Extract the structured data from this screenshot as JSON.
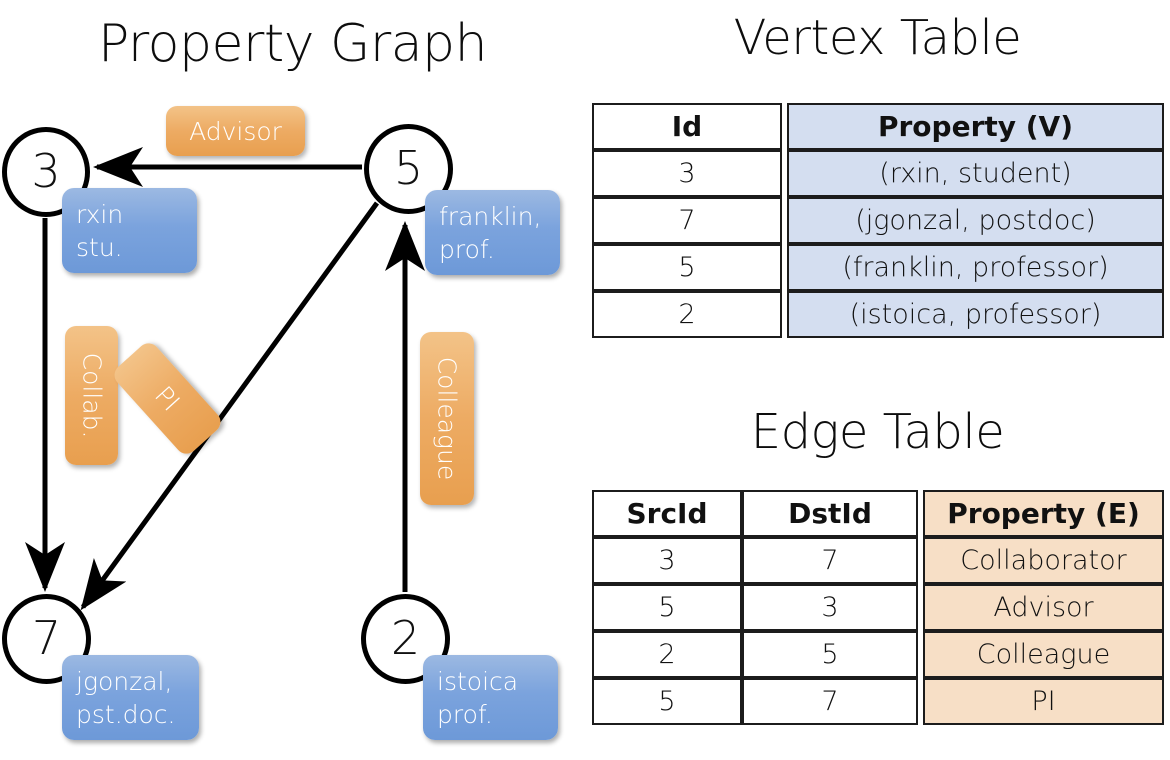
{
  "titles": {
    "property_graph": "Property Graph",
    "vertex_table": "Vertex Table",
    "edge_table": "Edge Table"
  },
  "graph": {
    "nodes": [
      {
        "id": "3",
        "label": "3",
        "property": "rxin\nstu."
      },
      {
        "id": "5",
        "label": "5",
        "property": "franklin,\nprof."
      },
      {
        "id": "7",
        "label": "7",
        "property": "jgonzal,\npst.doc."
      },
      {
        "id": "2",
        "label": "2",
        "property": "istoica\nprof."
      }
    ],
    "edge_labels": [
      {
        "name": "advisor",
        "text": "Advisor"
      },
      {
        "name": "collab",
        "text": "Collab."
      },
      {
        "name": "pi",
        "text": "PI"
      },
      {
        "name": "colleague",
        "text": "Colleague"
      }
    ]
  },
  "vertex_table": {
    "headers": [
      "Id",
      "Property (V)"
    ],
    "rows": [
      [
        "3",
        "(rxin, student)"
      ],
      [
        "7",
        "(jgonzal, postdoc)"
      ],
      [
        "5",
        "(franklin, professor)"
      ],
      [
        "2",
        "(istoica, professor)"
      ]
    ]
  },
  "edge_table": {
    "headers": [
      "SrcId",
      "DstId",
      "Property (E)"
    ],
    "rows": [
      [
        "3",
        "7",
        "Collaborator"
      ],
      [
        "5",
        "3",
        "Advisor"
      ],
      [
        "2",
        "5",
        "Colleague"
      ],
      [
        "5",
        "7",
        "PI"
      ]
    ]
  },
  "colors": {
    "vertex_property_fill": "#d4def0",
    "edge_property_fill": "#f7dfc6",
    "node_property_box": "#7ba3dd",
    "edge_label_box": "#edab63",
    "stroke": "#000000"
  }
}
